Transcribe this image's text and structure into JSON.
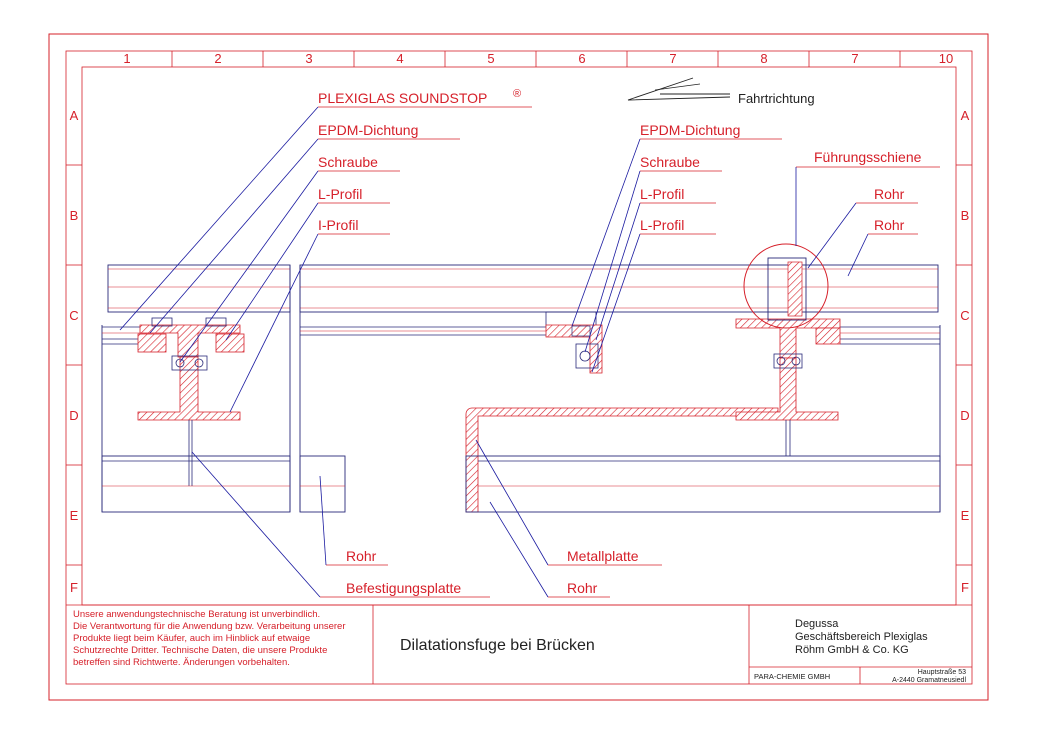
{
  "frame": {
    "columns": [
      "1",
      "2",
      "3",
      "4",
      "5",
      "6",
      "7",
      "8",
      "7",
      "10"
    ],
    "rows": [
      "A",
      "B",
      "C",
      "D",
      "E",
      "F"
    ]
  },
  "direction_label": "Fahrtrichtung",
  "labels": {
    "plexiglas": "PLEXIGLAS SOUNDSTOP",
    "registered": "®",
    "epdm_left": "EPDM-Dichtung",
    "schraube_left": "Schraube",
    "lprofil_left": "L-Profil",
    "iprofil_left": "I-Profil",
    "epdm_mid": "EPDM-Dichtung",
    "schraube_mid": "Schraube",
    "lprofil_mid1": "L-Profil",
    "lprofil_mid2": "L-Profil",
    "fuehrung": "Führungsschiene",
    "rohr_r1": "Rohr",
    "rohr_r2": "Rohr",
    "rohr_bottom_left": "Rohr",
    "befestigung": "Befestigungsplatte",
    "metallplatte": "Metallplatte",
    "rohr_bottom_mid": "Rohr"
  },
  "title_block": {
    "disclaimer": [
      "Unsere anwendungstechnische Beratung ist unverbindlich.",
      "Die Verantwortung für die Anwendung bzw. Verarbeitung unserer",
      "Produkte liegt beim Käufer, auch im Hinblick auf etwaige",
      "Schutzrechte Dritter. Technische Daten, die unsere Produkte",
      "betreffen sind Richtwerte. Änderungen vorbehalten."
    ],
    "title": "Dilatationsfuge bei Brücken",
    "company": [
      "Degussa",
      "Geschäftsbereich Plexiglas",
      "Röhm GmbH & Co. KG"
    ],
    "dealer": "PARA-CHEMIE GMBH",
    "address": [
      "Hauptstraße 53",
      "A-2440 Gramatneusiedl"
    ]
  },
  "colors": {
    "frame": "#d6202a",
    "leader": "#1a1aa0",
    "text": "#d6202a",
    "hatch": "#d6202a"
  }
}
